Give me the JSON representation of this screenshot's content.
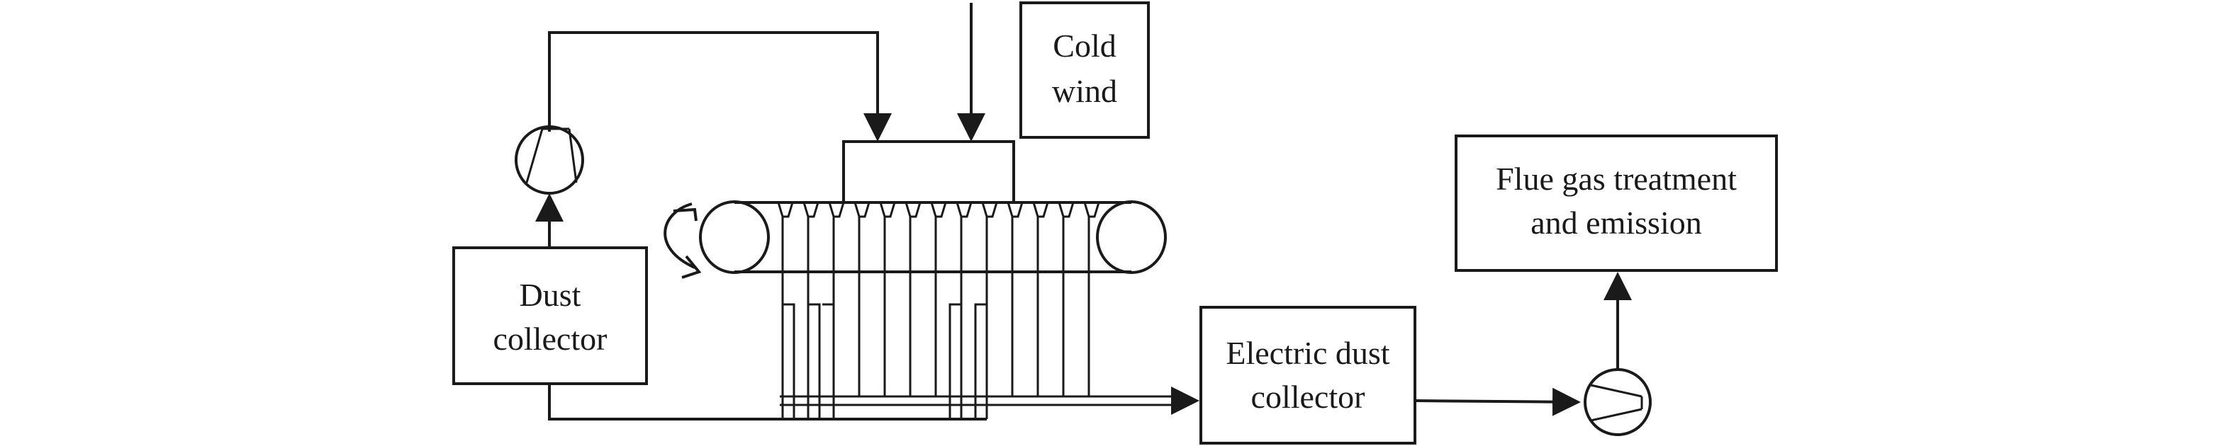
{
  "labels": {
    "cold_wind_line1": "Cold",
    "cold_wind_line2": "wind",
    "dust_collector_line1": "Dust",
    "dust_collector_line2": "collector",
    "flue_gas_line1": "Flue gas treatment",
    "flue_gas_line2": "and emission",
    "electric_dust_line1": "Electric dust",
    "electric_dust_line2": "collector"
  },
  "icons": {
    "fan": "fan-icon",
    "rotation": "rotation-arrow-icon",
    "roller": "roller-icon"
  }
}
